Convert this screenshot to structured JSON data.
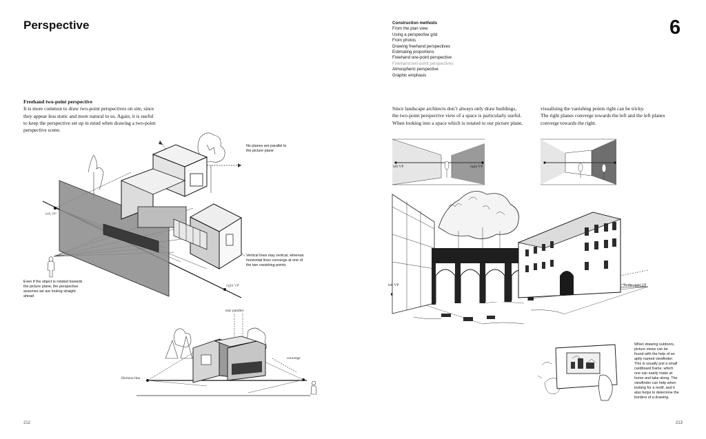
{
  "header": {
    "title": "Perspective",
    "chapter_number": "6"
  },
  "construction_menu": {
    "heading": "Construction methods",
    "items": [
      "From the plan view",
      "Using a perspective grid",
      "From photos",
      "Drawing freehand perspectives",
      "Estimating proportions",
      "Freehand one-point perspective",
      "Freehand two-point perspectives",
      "Atmospheric perspective",
      "Graphic emphasis"
    ],
    "active_item": "Freehand two-point perspectives"
  },
  "left_page": {
    "section_heading": "Freehand two-point perspective",
    "intro_lines": [
      "It is more common to draw two-point perspectives on site, since",
      "they appear less static and more natural to us. Again, it is useful",
      "to keep the perspective set up in mind when drawing a two-point",
      "perspective scene."
    ],
    "annotations": {
      "no_planes_line1": "No planes are parallel to",
      "no_planes_line2": "the picture plane",
      "vertical_line1": "Vertical lines stay vertical, whereas",
      "vertical_line2": "horizontal lines converge at one of",
      "vertical_line3": "the two vanishing points",
      "rotated_line1": "Even if the object is rotated towards",
      "rotated_line2": "the picture plane, the perspective",
      "rotated_line3": "assumes we are lookng straight",
      "rotated_line4": "ahead",
      "left_vp": "left VP",
      "right_vp": "right VP",
      "stay_parallel": "stay parallel",
      "converge": "converge",
      "horizon_line": "Horizon line"
    },
    "page_number": "212"
  },
  "right_page": {
    "col1_lines": [
      "Since landscape architects don’t always only draw buildings,",
      "the two-point perspective view of a space is particularly useful.",
      "When looking into a space which is rotated to our picture plane,"
    ],
    "col2_lines": [
      "visualising the vanishing points right can be tricky.",
      "The right planes converge towards the left and the left planes",
      "converge towards the right."
    ],
    "diagram_labels": {
      "left_vp": "left VP",
      "right_vp": "right VP",
      "scene_left_vp": "left VP",
      "scene_right_vp": "To the right VP"
    },
    "viewfinder_caption": [
      "When drawing outdoors,",
      "picture views can be",
      "found with the help of an",
      "aptly named viewfinder.",
      "This is usually just a small",
      "cardboard frame, which",
      "one can easily make at",
      "home and take along. The",
      "viewfinder can help when",
      "looking for a motif, and it",
      "also helps to determine the",
      "borders of a drawing."
    ],
    "page_number": "213"
  },
  "colors": {
    "text": "#111111",
    "dim_menu_item": "#9a9a9a",
    "plane_grey": "#8a8a8a",
    "dark_fill": "#3a3a3a"
  }
}
